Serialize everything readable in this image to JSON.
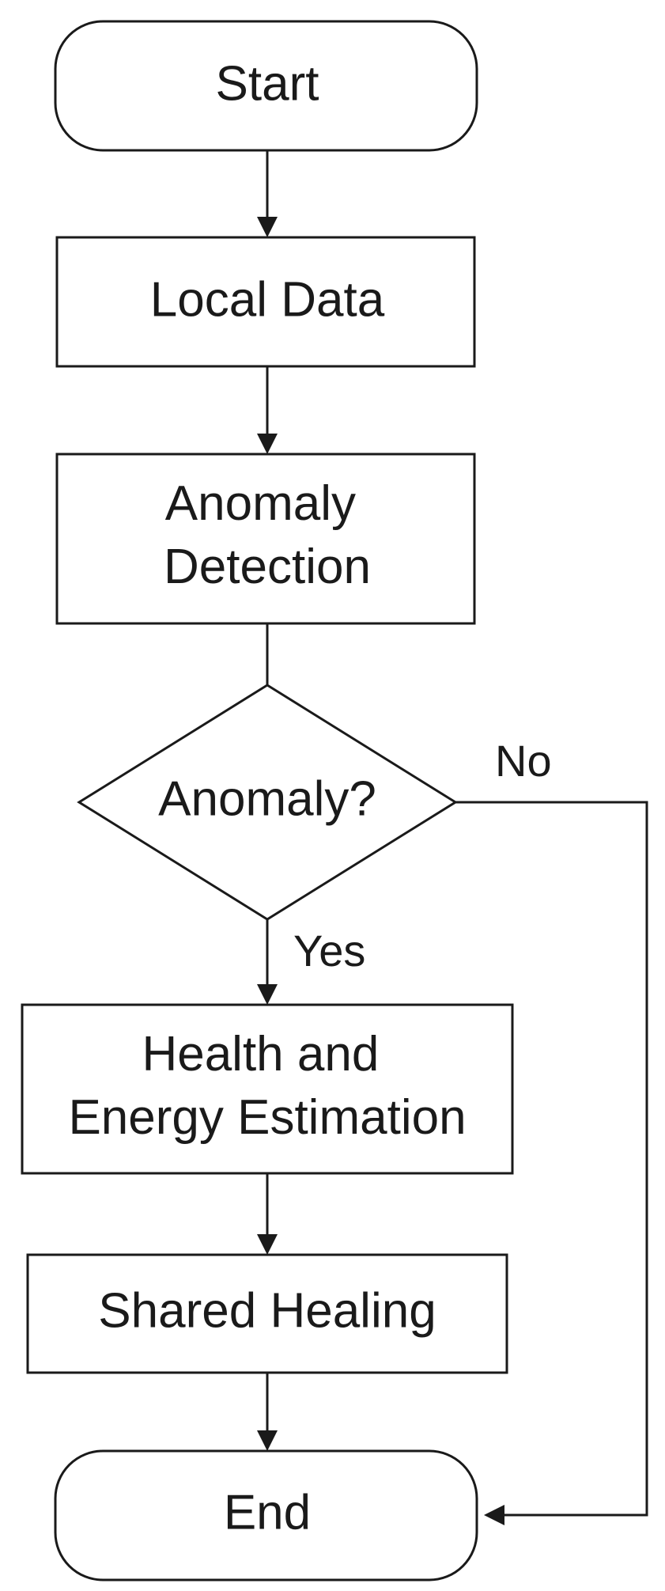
{
  "nodes": {
    "start": "Start",
    "local_data": "Local Data",
    "anomaly_detection": [
      "Anomaly",
      "Detection"
    ],
    "decision": "Anomaly?",
    "health_energy": [
      "Health and",
      "Energy Estimation"
    ],
    "shared_healing": "Shared Healing",
    "end": "End"
  },
  "edges": {
    "no_label": "No",
    "yes_label": "Yes"
  }
}
